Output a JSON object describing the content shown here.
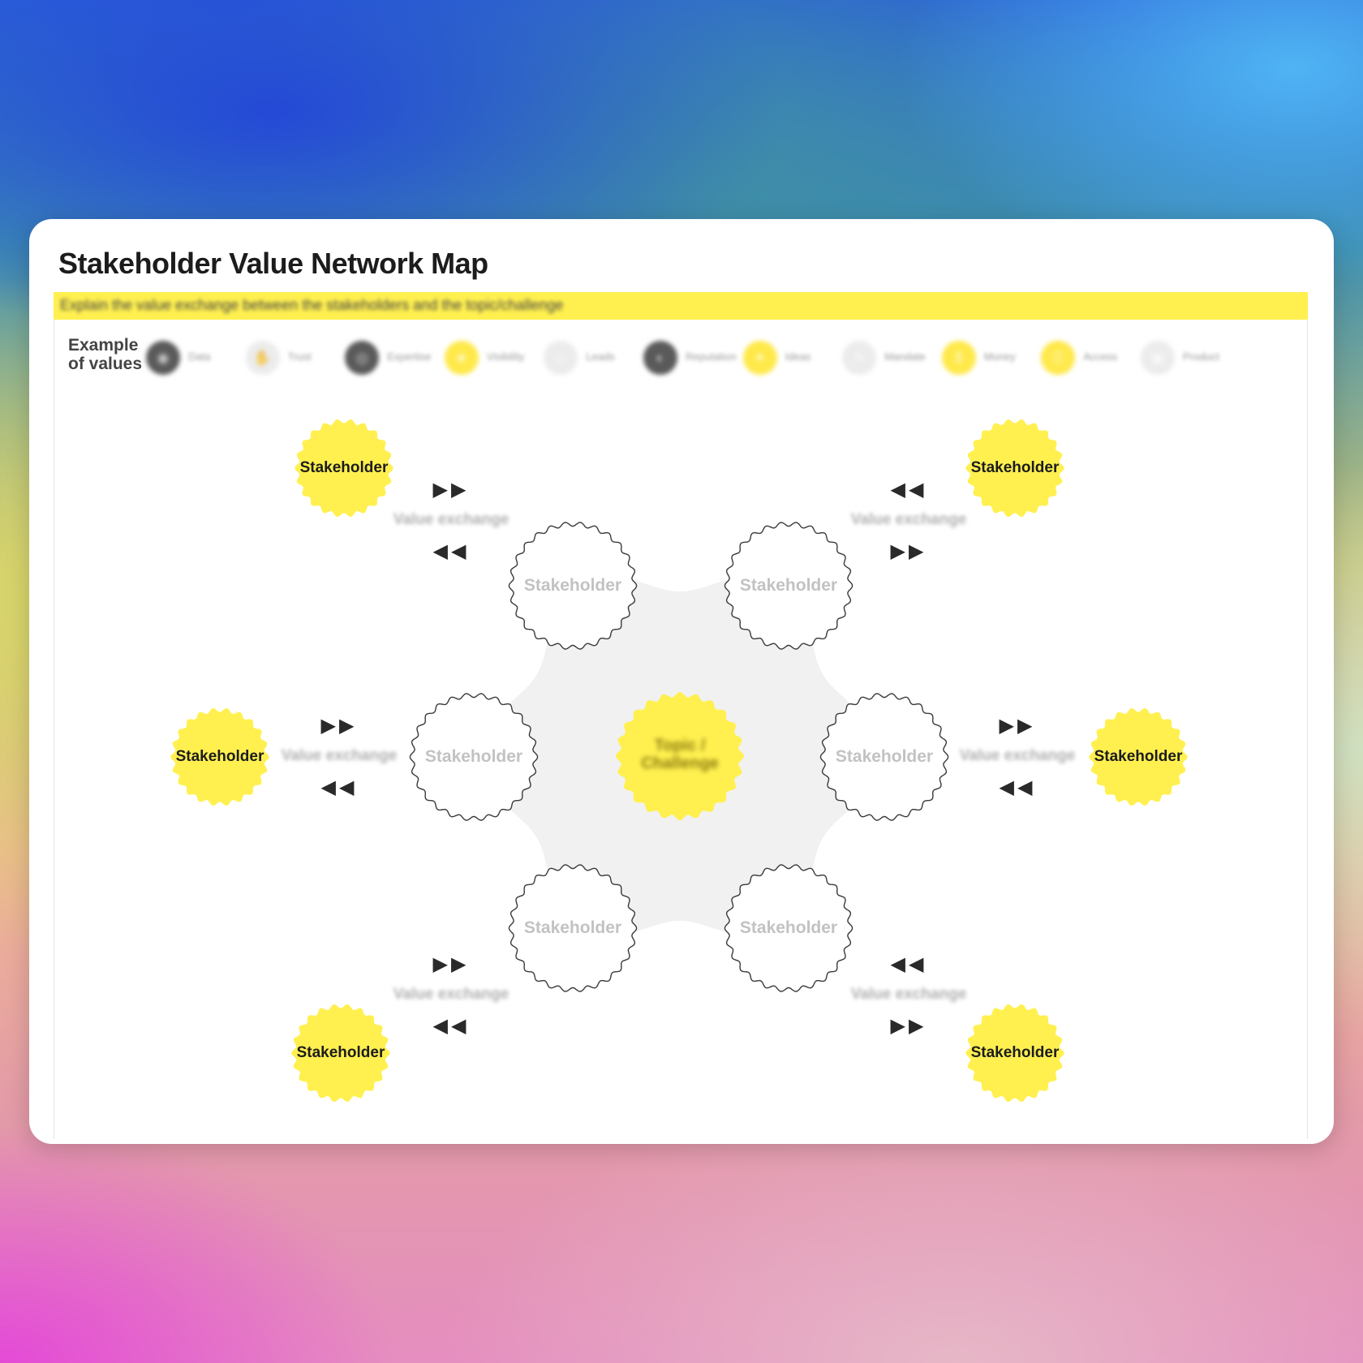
{
  "title": "Stakeholder Value Network Map",
  "subtitle": "Explain the value exchange between the stakeholders and the topic/challenge",
  "legend": {
    "label_line1": "Example",
    "label_line2": "of values",
    "items": [
      {
        "name": "value-1",
        "text": "Data",
        "style": "dark"
      },
      {
        "name": "value-2",
        "text": "Trust",
        "style": "light"
      },
      {
        "name": "value-3",
        "text": "Expertise",
        "style": "dark"
      },
      {
        "name": "value-4",
        "text": "Visibility",
        "style": "yellow"
      },
      {
        "name": "value-5",
        "text": "Leads",
        "style": "light"
      },
      {
        "name": "value-6",
        "text": "Reputation",
        "style": "dark"
      },
      {
        "name": "value-7",
        "text": "Ideas",
        "style": "yellow"
      },
      {
        "name": "value-8",
        "text": "Mandate",
        "style": "light"
      },
      {
        "name": "value-9",
        "text": "Money",
        "style": "yellow"
      },
      {
        "name": "value-10",
        "text": "Access",
        "style": "yellow"
      },
      {
        "name": "value-11",
        "text": "Product",
        "style": "light"
      }
    ]
  },
  "center": {
    "line1": "Topic /",
    "line2": "Challenge"
  },
  "inner_stakeholders": [
    {
      "label": "Stakeholder"
    },
    {
      "label": "Stakeholder"
    },
    {
      "label": "Stakeholder"
    },
    {
      "label": "Stakeholder"
    },
    {
      "label": "Stakeholder"
    },
    {
      "label": "Stakeholder"
    }
  ],
  "outer_stakeholders": [
    {
      "label": "Stakeholder"
    },
    {
      "label": "Stakeholder"
    },
    {
      "label": "Stakeholder"
    },
    {
      "label": "Stakeholder"
    },
    {
      "label": "Stakeholder"
    },
    {
      "label": "Stakeholder"
    }
  ],
  "value_exchanges": [
    {
      "label": "Value exchange",
      "top_arrows": "▶▶",
      "bottom_arrows": "◀◀"
    },
    {
      "label": "Value exchange",
      "top_arrows": "◀◀",
      "bottom_arrows": "▶▶"
    },
    {
      "label": "Value exchange",
      "top_arrows": "▶▶",
      "bottom_arrows": "◀◀"
    },
    {
      "label": "Value exchange",
      "top_arrows": "▶▶",
      "bottom_arrows": "◀◀"
    },
    {
      "label": "Value exchange",
      "top_arrows": "▶▶",
      "bottom_arrows": "◀◀"
    },
    {
      "label": "Value exchange",
      "top_arrows": "◀◀",
      "bottom_arrows": "▶▶"
    }
  ],
  "colors": {
    "accent_yellow": "#fff050",
    "node_outline": "#3a3a3a",
    "hub_gray": "#f1f1f2"
  }
}
